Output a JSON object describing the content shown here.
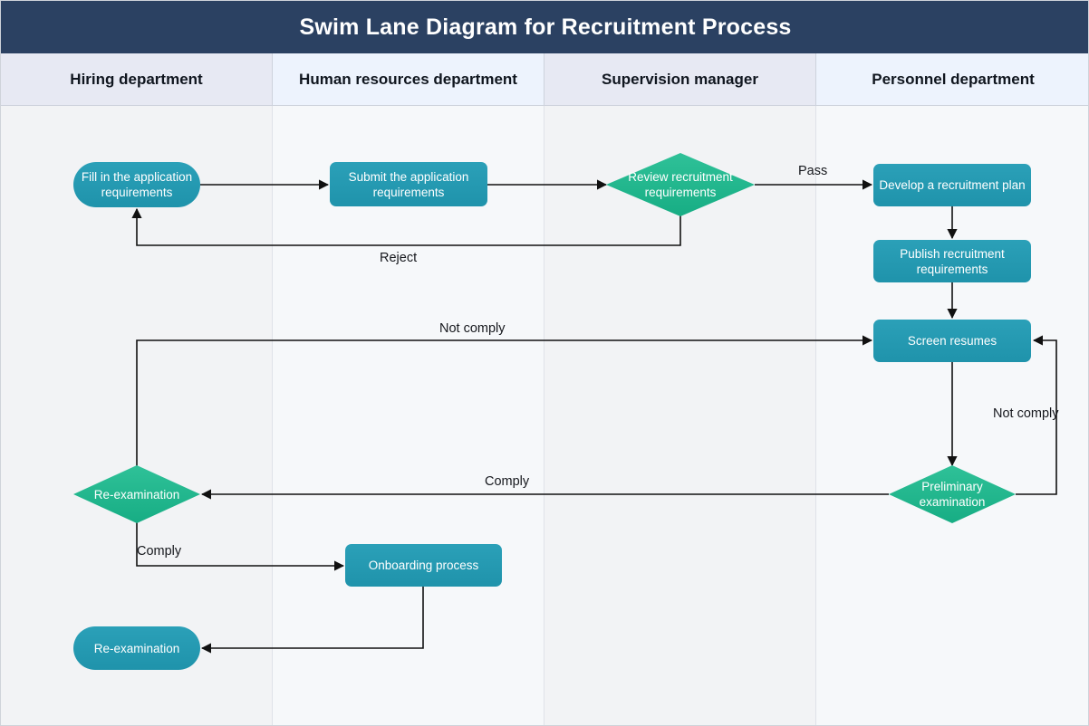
{
  "title": "Swim Lane Diagram for Recruitment Process",
  "lanes": [
    {
      "name": "Hiring department"
    },
    {
      "name": "Human resources department"
    },
    {
      "name": "Supervision manager"
    },
    {
      "name": "Personnel department"
    }
  ],
  "nodes": [
    {
      "id": "fill-application",
      "label": "Fill in the application requirements",
      "shape": "terminator",
      "lane": 0
    },
    {
      "id": "submit-application",
      "label": "Submit the application requirements",
      "shape": "process",
      "lane": 1
    },
    {
      "id": "review-requirements",
      "label": "Review recruitment requirements",
      "shape": "decision",
      "lane": 2
    },
    {
      "id": "develop-plan",
      "label": "Develop a recruitment plan",
      "shape": "process",
      "lane": 3
    },
    {
      "id": "publish-requirements",
      "label": "Publish recruitment requirements",
      "shape": "process",
      "lane": 3
    },
    {
      "id": "screen-resumes",
      "label": "Screen resumes",
      "shape": "process",
      "lane": 3
    },
    {
      "id": "preliminary-examination",
      "label": "Preliminary examination",
      "shape": "decision",
      "lane": 3
    },
    {
      "id": "re-examination-decision",
      "label": "Re-examination",
      "shape": "decision",
      "lane": 0
    },
    {
      "id": "onboarding-process",
      "label": "Onboarding process",
      "shape": "process",
      "lane": 1
    },
    {
      "id": "re-examination-end",
      "label": "Re-examination",
      "shape": "terminator",
      "lane": 0
    }
  ],
  "edge_labels": [
    {
      "id": "label-pass",
      "text": "Pass"
    },
    {
      "id": "label-reject",
      "text": "Reject"
    },
    {
      "id": "label-not-comply-left",
      "text": "Not comply"
    },
    {
      "id": "label-not-comply-right",
      "text": "Not comply"
    },
    {
      "id": "label-comply-right",
      "text": "Comply"
    },
    {
      "id": "label-comply-left",
      "text": "Comply"
    }
  ],
  "colors": {
    "title_bar": "#2b4162",
    "process_fill": "#2397ae",
    "decision_fill": "#22b58c",
    "lane_header_a": "#e7e9f3",
    "lane_header_b": "#edf3fd",
    "lane_body_a": "#f2f3f5",
    "lane_body_b": "#f6f8fa",
    "connector": "#111111"
  }
}
